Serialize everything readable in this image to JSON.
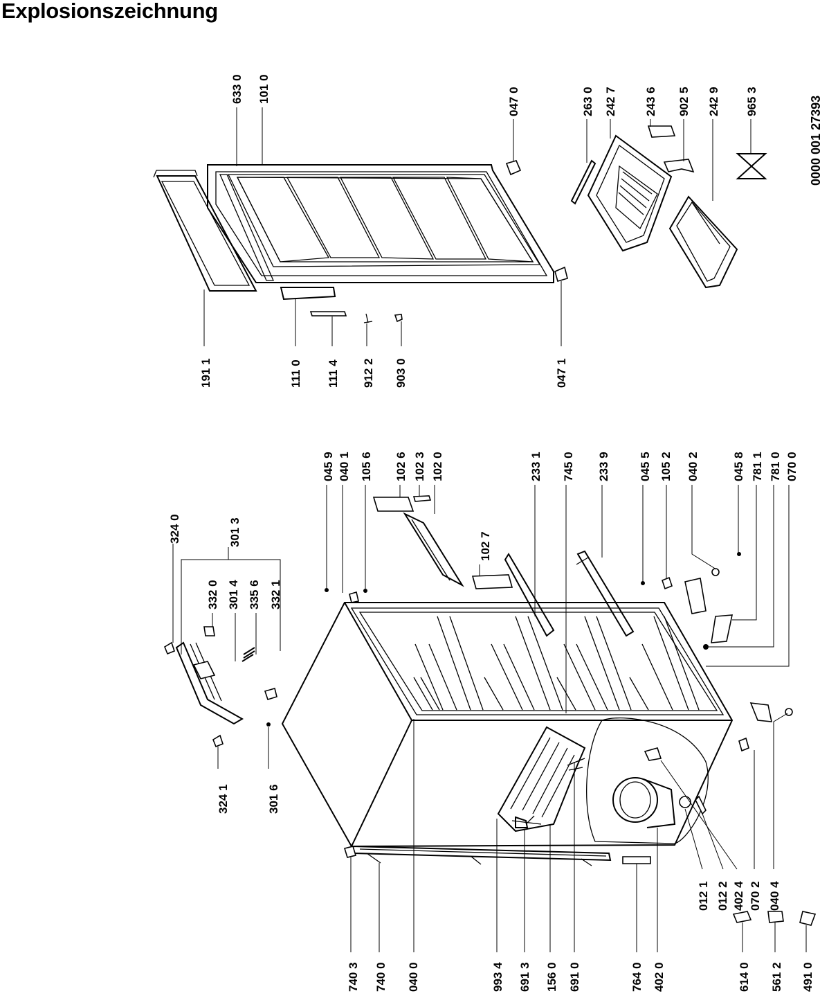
{
  "title": "Explosionszeichnung",
  "document_number": "0000 001 27393",
  "part_labels": [
    "324 0",
    "301 3",
    "332 0",
    "301 4",
    "335 6",
    "332 1",
    "324 1",
    "301 6",
    "045 9",
    "040 1",
    "105 6",
    "102 6",
    "102 3",
    "102 0",
    "102 7",
    "233 1",
    "745 0",
    "233 9",
    "045 5",
    "105 2",
    "040 2",
    "045 8",
    "781 1",
    "781 0",
    "070 0",
    "633 0",
    "101 0",
    "047 0",
    "191 1",
    "111 0",
    "111 4",
    "912 2",
    "903 0",
    "047 1",
    "263 0",
    "242 7",
    "243 6",
    "902 5",
    "242 9",
    "965 3",
    "740 3",
    "740 0",
    "040 0",
    "993 4",
    "691 3",
    "156 0",
    "691 0",
    "764 0",
    "402 0",
    "012 1",
    "012 2",
    "402 4",
    "070 2",
    "040 4",
    "614 0",
    "561 2",
    "491 0"
  ]
}
